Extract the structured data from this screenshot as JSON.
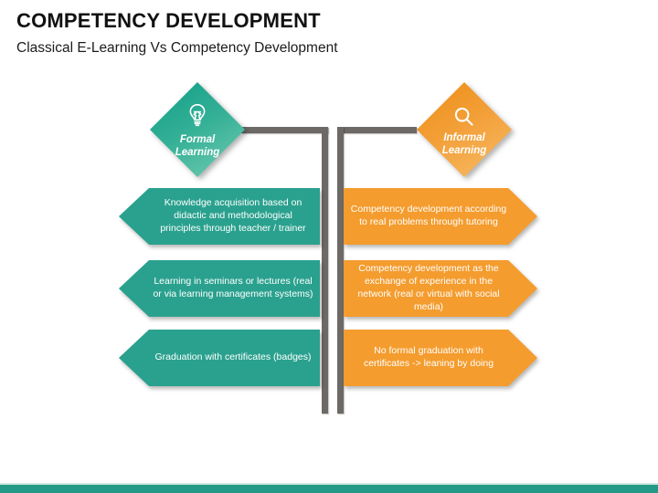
{
  "slide": {
    "title": "COMPETENCY DEVELOPMENT",
    "subtitle": "Classical E-Learning Vs Competency Development"
  },
  "left_column": {
    "header": "Formal Learning",
    "icon": "lightbulb-icon",
    "items": [
      "Knowledge acquisition based on didactic and methodological principles through teacher / trainer",
      "Learning in seminars or lectures (real or via learning management systems)",
      "Graduation with certificates (badges)"
    ]
  },
  "right_column": {
    "header": "Informal Learning",
    "icon": "magnifier-icon",
    "items": [
      "Competency development according to real problems through tutoring",
      "Competency development as the exchange of experience in the network (real or virtual with social media)",
      "No formal graduation with certificates -> leaning by doing"
    ]
  },
  "colors": {
    "teal_arrow": "#2aa18e",
    "orange_arrow": "#f49c2e",
    "connector_gray": "#6c6966",
    "footer_teal": "#229a87"
  }
}
